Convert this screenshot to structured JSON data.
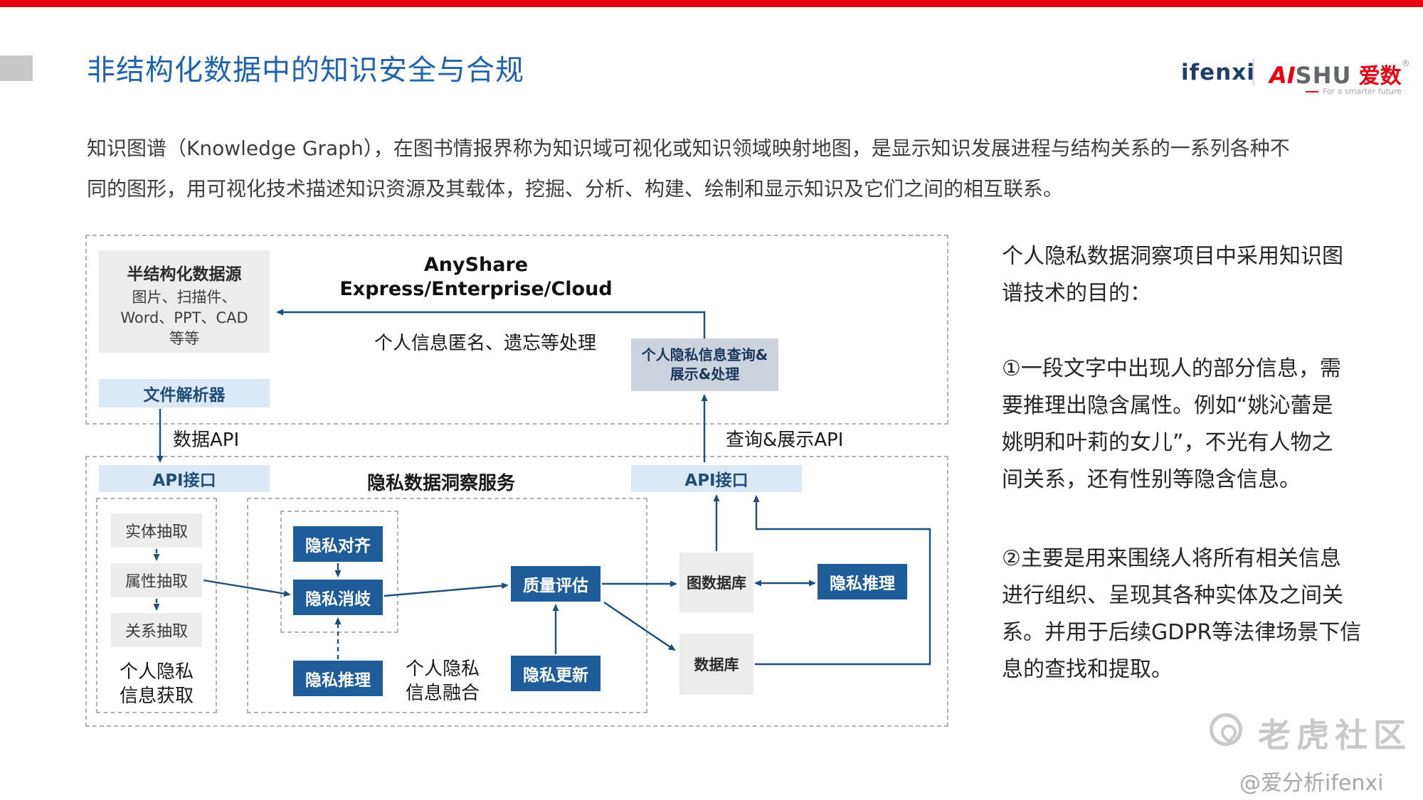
{
  "colors": {
    "accent_red": "#e60012",
    "title_blue": "#1f63ae",
    "deep_blue": "#1e5c9a",
    "navy": "#1f4e79",
    "light_blue": "#dbe9f6",
    "query_gray": "#ccd3dc",
    "box_gray": "#ededed",
    "dash_gray": "#b3b3b3",
    "text_dark": "#3d3d3d",
    "watermark_gray": "#c9c9c9"
  },
  "header": {
    "title": "非结构化数据中的知识安全与合规",
    "logo_ifenxi": "ifenxi",
    "logo_divider": "|",
    "logo_ai": "AI",
    "logo_shu": "SHU",
    "logo_aishu_cn": "爱数",
    "logo_reg": "®",
    "logo_tagline": "For a smarter future"
  },
  "intro": "知识图谱（Knowledge Graph），在图书情报界称为知识域可视化或知识领域映射地图，是显示知识发展进程与结构关系的一系列各种不\n同的图形，用可视化技术描述知识资源及其载体，挖掘、分析、构建、绘制和显示知识及它们之间的相互联系。",
  "diagram": {
    "datasource_title": "半结构化数据源",
    "datasource_body": "图片、扫描件、\nWord、PPT、CAD\n等等",
    "anyshare": "AnyShare\nExpress/Enterprise/Cloud",
    "process_label": "个人信息匿名、遗忘等处理",
    "parser": "文件解析器",
    "query_box": "个人隐私信息查询&\n展示&处理",
    "data_api_label": "数据API",
    "query_api_label": "查询&展示API",
    "api_left": "API接口",
    "service_title": "隐私数据洞察服务",
    "api_right": "API接口",
    "extract_entity": "实体抽取",
    "extract_attr": "属性抽取",
    "extract_rel": "关系抽取",
    "extract_caption": "个人隐私\n信息获取",
    "privacy_align": "隐私对齐",
    "privacy_disambiguation": "隐私消歧",
    "privacy_infer_mid": "隐私推理",
    "fusion_caption": "个人隐私\n信息融合",
    "quality_eval": "质量评估",
    "privacy_update": "隐私更新",
    "graph_db": "图数据库",
    "db": "数据库",
    "privacy_infer_right": "隐私推理"
  },
  "right_panel": {
    "para1": "个人隐私数据洞察项目中采用知识图\n谱技术的目的：",
    "para2": "①一段文字中出现人的部分信息，需\n要推理出隐含属性。例如“姚沁蕾是\n姚明和叶莉的女儿”，不光有人物之\n间关系，还有性别等隐含信息。",
    "para3": "②主要是用来围绕人将所有相关信息\n进行组织、呈现其各种实体及之间关\n系。并用于后续GDPR等法律场景下信\n息的查找和提取。"
  },
  "watermark": {
    "brand": "老虎社区",
    "handle": "@爱分析ifenxi"
  }
}
